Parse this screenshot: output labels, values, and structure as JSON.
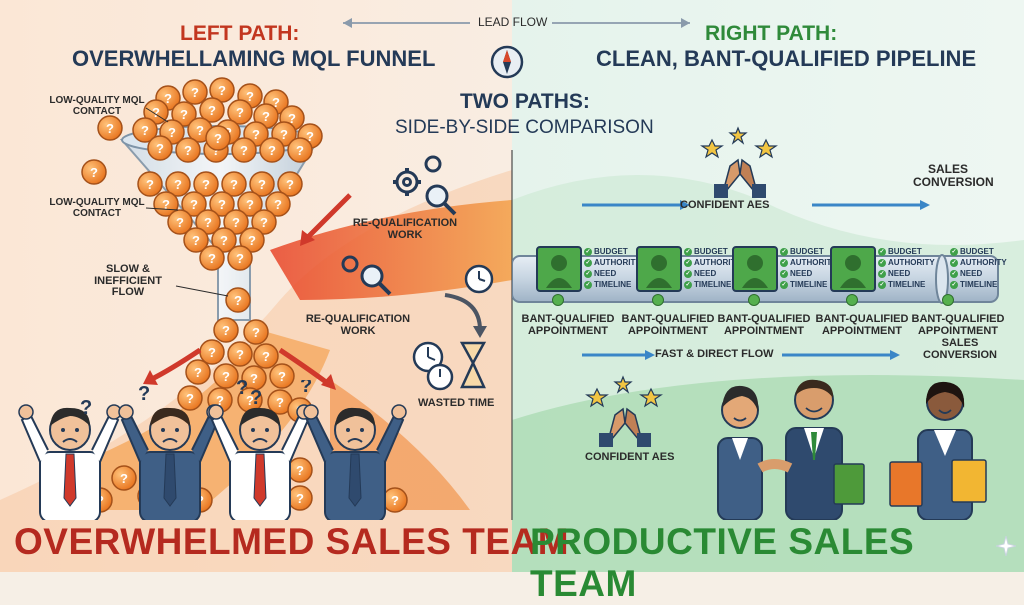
{
  "header": {
    "left_path": "LEFT PATH:",
    "left_subtitle": "OVERWHELLAMING MQL FUNNEL",
    "lead_flow": "LEAD FLOW",
    "right_path": "RIGHT PATH:",
    "right_subtitle": "CLEAN, BANT-QUALIFIED PIPELINE",
    "two_paths": "TWO PATHS:",
    "comparison": "SIDE-BY-SIDE COMPARISON"
  },
  "left": {
    "mql_contact_top": "LOW-QUALITY MQL CONTACT",
    "mql_contact_mid": "LOW-QUALITY MQL CONTACT",
    "slow_flow": "SLOW & INEFFICIENT FLOW",
    "requal_top": "RE-QUALIFICATION WORK",
    "requal_bottom": "RE-QUALIFICATION WORK",
    "wasted_time": "WASTED TIME",
    "team": "OVERWHELMED SALES TEAM"
  },
  "right": {
    "confident_top": "CONFIDENT AEs",
    "confident_bottom": "CONFIDENT AEs",
    "sales_conversion_top": "SALES CONVERSION",
    "sales_conversion_bottom": "SALES CONVERSION",
    "fast_flow": "FAST & DIRECT FLOW",
    "checklist": [
      "BUDGET",
      "AUTHORITY",
      "NEED",
      "TIMELINE"
    ],
    "appointments": [
      "BANT-QUALIFIED APPOINTMENT",
      "BANT-QUALIFIED APPOINTMENT",
      "BANT-QUALIFIED APPOINTMENT",
      "BANT-QUALIFIED APPOINTMENT",
      "BANT-QUALIFIED APPOINTMENT"
    ],
    "team": "PRODUCTIVE SALES TEAM"
  },
  "symbols": {
    "question": "?"
  },
  "colors": {
    "left_accent": "#c2361f",
    "right_accent": "#2f8a3a",
    "navy": "#243a57",
    "ball": "#f08a2a"
  },
  "icons": [
    "compass-icon",
    "gear-icon",
    "magnifier-icon",
    "clock-icon",
    "hourglass-icon",
    "high-five-icon",
    "star-icon",
    "person-icon",
    "check-icon"
  ]
}
